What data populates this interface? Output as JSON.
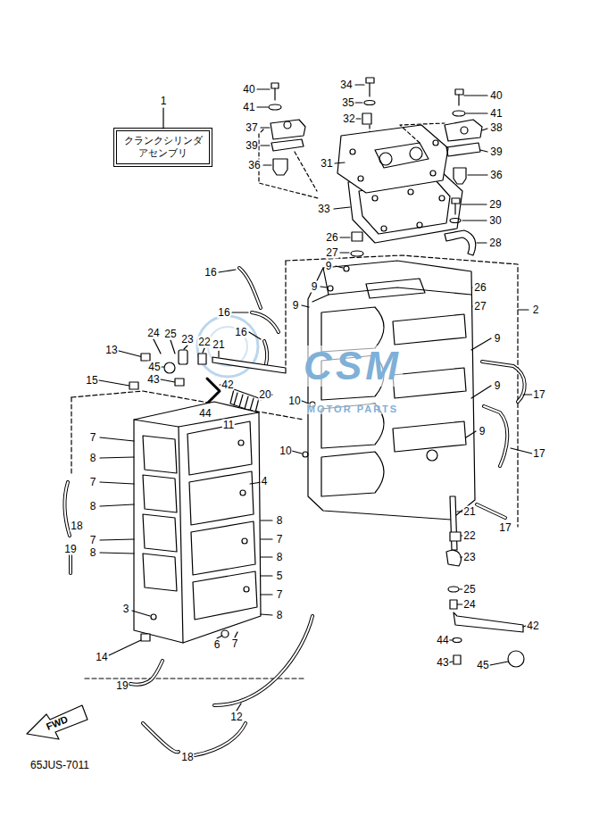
{
  "diagram": {
    "nodes": [
      {
        "text": [
          "クランクシリンダ アセンブリ"
        ]
      }
    ],
    "labels": [
      "1",
      "40",
      "41",
      "37",
      "39",
      "36",
      "34",
      "35",
      "32",
      "31",
      "33",
      "40",
      "41",
      "38",
      "39",
      "36",
      "29",
      "30",
      "28",
      "26",
      "27",
      "26",
      "27",
      "2",
      "16",
      "16",
      "16",
      "9",
      "9",
      "9",
      "9",
      "9",
      "9",
      "24",
      "25",
      "23",
      "22",
      "21",
      "13",
      "45",
      "43",
      "42",
      "20",
      "44",
      "15",
      "10",
      "10",
      "11",
      "4",
      "17",
      "17",
      "17",
      "7",
      "8",
      "7",
      "8",
      "18",
      "7",
      "19",
      "8",
      "8",
      "7",
      "8",
      "5",
      "7",
      "8",
      "3",
      "6",
      "7",
      "14",
      "19",
      "12",
      "18",
      "21",
      "22",
      "23",
      "25",
      "24",
      "42",
      "44",
      "43",
      "45",
      "FWD",
      "65JUS-7011",
      "CSM",
      "MOTOR PARTS"
    ]
  }
}
